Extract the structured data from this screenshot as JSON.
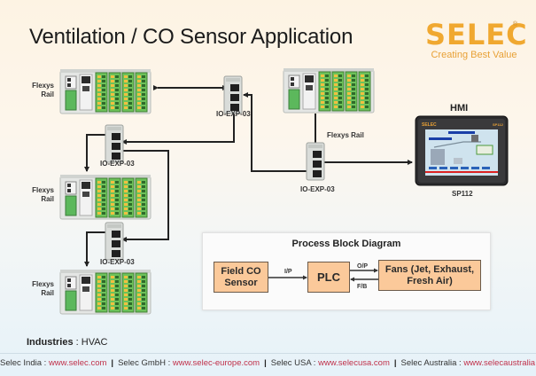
{
  "header": {
    "title": "Ventilation / CO Sensor Application",
    "logo": {
      "wordmark": "SELEC",
      "registered": "®",
      "tagline": "Creating Best Value"
    }
  },
  "brand_colors": {
    "logo_orange": "#f0a830",
    "block_fill": "#fbc99a",
    "url_red": "#c0304a"
  },
  "network": {
    "rails": [
      {
        "id": "rail-1",
        "label_line1": "Flexys",
        "label_line2": "Rail"
      },
      {
        "id": "rail-2",
        "label_line1": "Flexys",
        "label_line2": "Rail"
      },
      {
        "id": "rail-3",
        "label_line1": "Flexys",
        "label_line2": "Rail"
      },
      {
        "id": "rail-4",
        "label": "Flexys Rail"
      }
    ],
    "expanders": [
      {
        "id": "exp-top",
        "label": "IO-EXP-03"
      },
      {
        "id": "exp-left-1",
        "label": "IO-EXP-03"
      },
      {
        "id": "exp-left-2",
        "label": "IO-EXP-03"
      },
      {
        "id": "exp-center",
        "label": "IO-EXP-03"
      }
    ],
    "hmi": {
      "title": "HMI",
      "model": "SP112"
    }
  },
  "process_diagram": {
    "title": "Process Block Diagram",
    "blocks": [
      {
        "id": "sensor",
        "line1": "Field CO",
        "line2": "Sensor"
      },
      {
        "id": "plc",
        "line1": "PLC"
      },
      {
        "id": "fans",
        "line1": "Fans (Jet, Exhaust,",
        "line2": "Fresh Air)"
      }
    ],
    "flows": [
      {
        "from": "sensor",
        "to": "plc",
        "label": "I/P"
      },
      {
        "from": "plc",
        "to": "fans",
        "label": "O/P"
      },
      {
        "from": "fans",
        "to": "plc",
        "label": "F/B"
      }
    ]
  },
  "industries": {
    "label": "Industries",
    "separator": " : ",
    "value": "HVAC"
  },
  "footer": {
    "entries": [
      {
        "name": "Selec India",
        "url": "www.selec.com"
      },
      {
        "name": "Selec GmbH",
        "url": "www.selec-europe.com"
      },
      {
        "name": "Selec USA",
        "url": "www.selecusa.com"
      },
      {
        "name": "Selec Australia",
        "url": "www.selecaustralia.com"
      }
    ],
    "separator": "|",
    "colon": " : "
  }
}
